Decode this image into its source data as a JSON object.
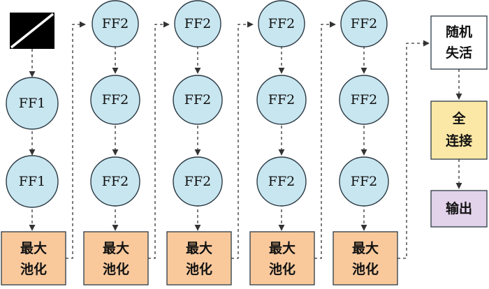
{
  "colors": {
    "ff_node_fill": "#c8e6f0",
    "pool_fill": "#f9c99c",
    "dropout_fill": "#ffffff",
    "fc_fill": "#fbe8a6",
    "output_fill": "#e2d2ea",
    "stroke": "#2b3a44"
  },
  "input_icon": "input-image-icon",
  "columns": [
    {
      "nodes": [
        "FF1",
        "FF1"
      ],
      "pool": [
        "最大",
        "池化"
      ]
    },
    {
      "nodes": [
        "FF2",
        "FF2",
        "FF2"
      ],
      "pool": [
        "最大",
        "池化"
      ]
    },
    {
      "nodes": [
        "FF2",
        "FF2",
        "FF2"
      ],
      "pool": [
        "最大",
        "池化"
      ]
    },
    {
      "nodes": [
        "FF2",
        "FF2",
        "FF2"
      ],
      "pool": [
        "最大",
        "池化"
      ]
    },
    {
      "nodes": [
        "FF2",
        "FF2",
        "FF2"
      ],
      "pool": [
        "最大",
        "池化"
      ]
    }
  ],
  "dropout": [
    "随机",
    "失活"
  ],
  "fully_connected": [
    "全",
    "连接"
  ],
  "output": "输出"
}
